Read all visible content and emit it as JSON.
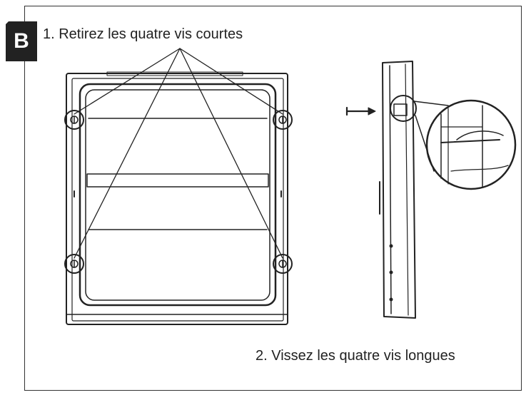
{
  "badge": {
    "letter": "B"
  },
  "instructions": {
    "step1": "1. Retirez les quatre vis courtes",
    "step2": "2. Vissez les quatre vis longues"
  },
  "colors": {
    "ink": "#222222",
    "badge_bg": "#222222"
  }
}
